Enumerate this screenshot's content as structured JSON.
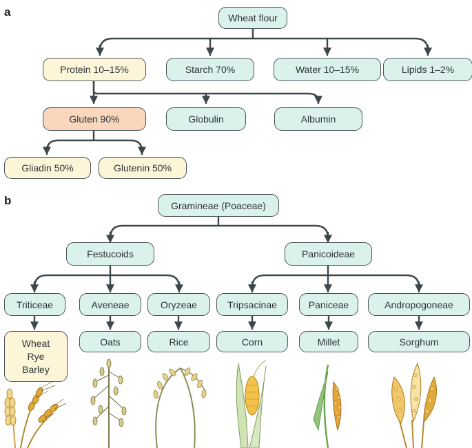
{
  "panel_a": {
    "label": "a",
    "root": "Wheat flour",
    "level1": [
      "Protein 10–15%",
      "Starch 70%",
      "Water 10–15%",
      "Lipids 1–2%"
    ],
    "protein_children": [
      "Gluten 90%",
      "Globulin",
      "Albumin"
    ],
    "gluten_children": [
      "Gliadin 50%",
      "Glutenin 50%"
    ]
  },
  "panel_b": {
    "label": "b",
    "root": "Gramineae (Poaceae)",
    "subfamilies": [
      "Festucoids",
      "Panicoideae"
    ],
    "tribes": [
      "Triticeae",
      "Aveneae",
      "Oryzeae",
      "Tripsacinae",
      "Paniceae",
      "Andropogoneae"
    ],
    "cereals": [
      [
        "Wheat",
        "Rye",
        "Barley"
      ],
      [
        "Oats"
      ],
      [
        "Rice"
      ],
      [
        "Corn"
      ],
      [
        "Millet"
      ],
      [
        "Sorghum"
      ]
    ]
  },
  "colors": {
    "teal_box": "#dbf1ec",
    "cream_box": "#fdf5d8",
    "peach_box": "#f8d7bd",
    "connector": "#3d464b"
  },
  "illustrations": [
    "wheat-illustration",
    "oats-illustration",
    "rice-illustration",
    "corn-illustration",
    "millet-illustration",
    "sorghum-illustration"
  ]
}
